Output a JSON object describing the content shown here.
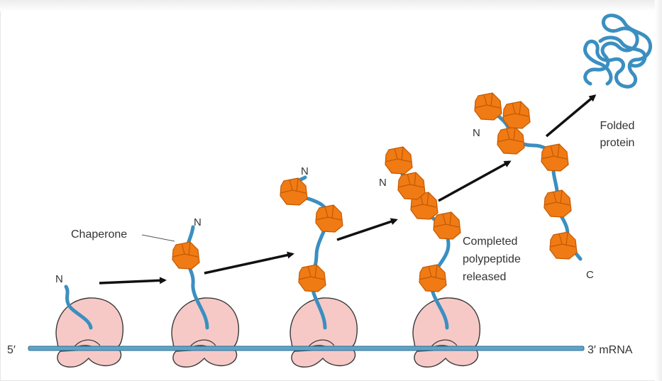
{
  "labels": {
    "five_prime": "5′",
    "three_prime_mrna": "3′  mRNA",
    "n_terminal": "N",
    "c_terminal": "C",
    "chaperone": "Chaperone",
    "completed_line1": "Completed",
    "completed_line2": "polypeptide",
    "completed_line3": "released",
    "folded_line1": "Folded",
    "folded_line2": "protein"
  },
  "colors": {
    "ribosome_fill": "#f6c9c7",
    "ribosome_stroke": "#3a3a3a",
    "polypeptide": "#3b8fc0",
    "chaperone": "#f07a14",
    "mrna": "#5fa3c7",
    "arrow": "#111111"
  }
}
